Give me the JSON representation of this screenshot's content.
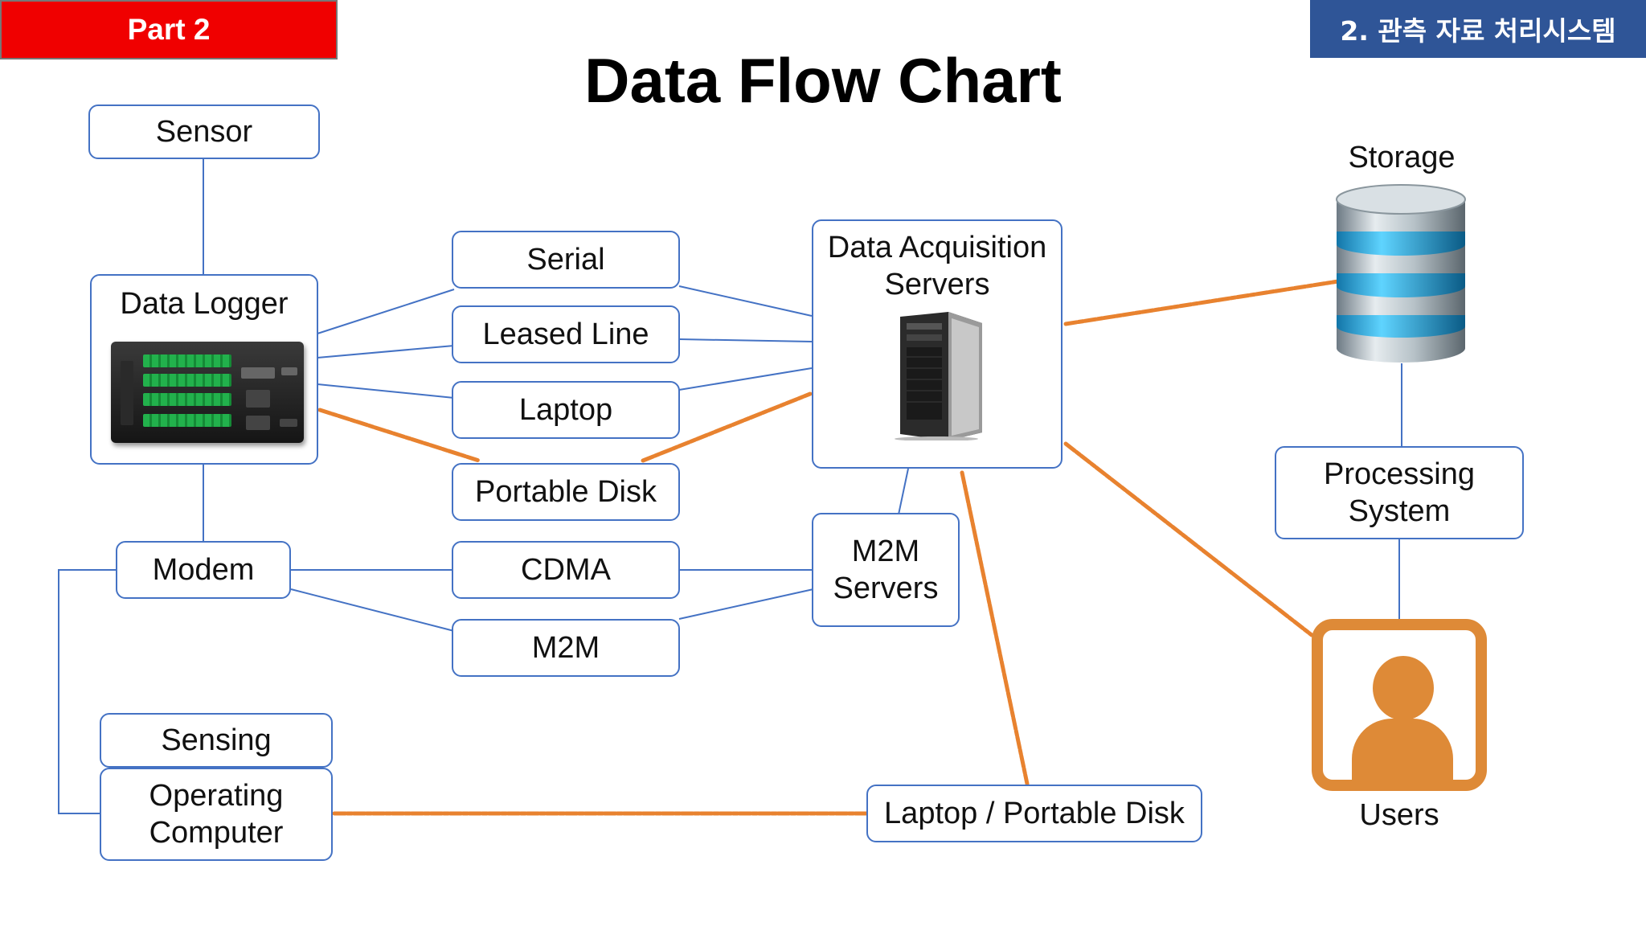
{
  "header": {
    "part_label": "Part 2",
    "section_label": "2. 관측 자료 처리시스템",
    "title": "Data Flow Chart"
  },
  "nodes": {
    "sensor": "Sensor",
    "data_logger": "Data Logger",
    "serial": "Serial",
    "leased_line": "Leased Line",
    "laptop": "Laptop",
    "portable_disk": "Portable Disk",
    "data_acquisition_servers_line1": "Data Acquisition",
    "data_acquisition_servers_line2": "Servers",
    "modem": "Modem",
    "cdma": "CDMA",
    "m2m": "M2M",
    "m2m_servers_line1": "M2M",
    "m2m_servers_line2": "Servers",
    "sensing": "Sensing",
    "operating_computer_line1": "Operating",
    "operating_computer_line2": "Computer",
    "laptop_portable_disk": "Laptop / Portable Disk",
    "storage": "Storage",
    "processing_system_line1": "Processing",
    "processing_system_line2": "System",
    "users": "Users"
  },
  "colors": {
    "box_border": "#4472c4",
    "link_blue": "#4472c4",
    "link_orange": "#e8822f",
    "part_label_bg": "#f00000",
    "section_label_bg": "#2f5597",
    "user_icon": "#de8a37"
  },
  "icons": {
    "data_logger": "data-logger-device-icon",
    "data_acquisition_servers": "server-tower-icon",
    "storage": "database-icon",
    "users": "user-icon"
  }
}
